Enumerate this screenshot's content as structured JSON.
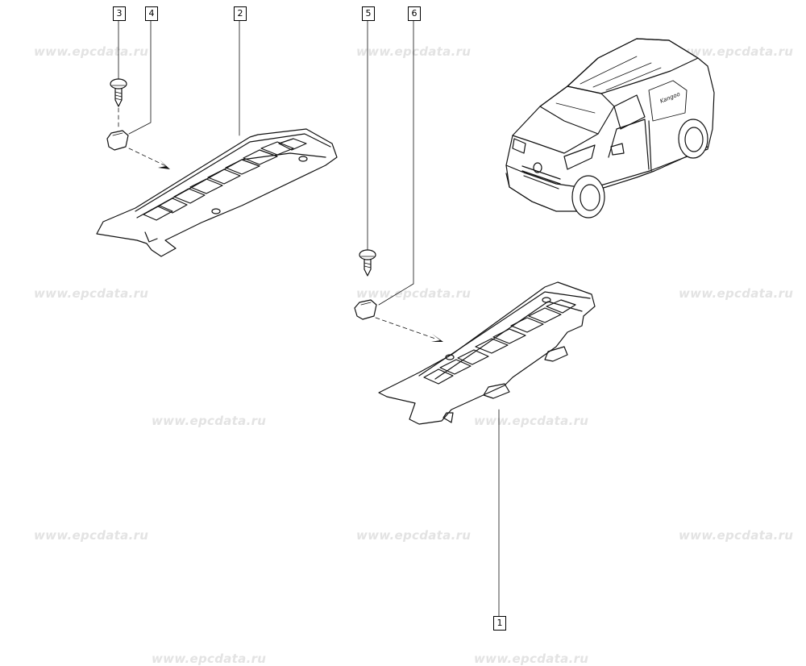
{
  "watermark": "www.epcdata.ru",
  "callouts": {
    "c1": "1",
    "c2": "2",
    "c3": "3",
    "c4": "4",
    "c5": "5",
    "c6": "6"
  },
  "van_badge": "Kangoo"
}
